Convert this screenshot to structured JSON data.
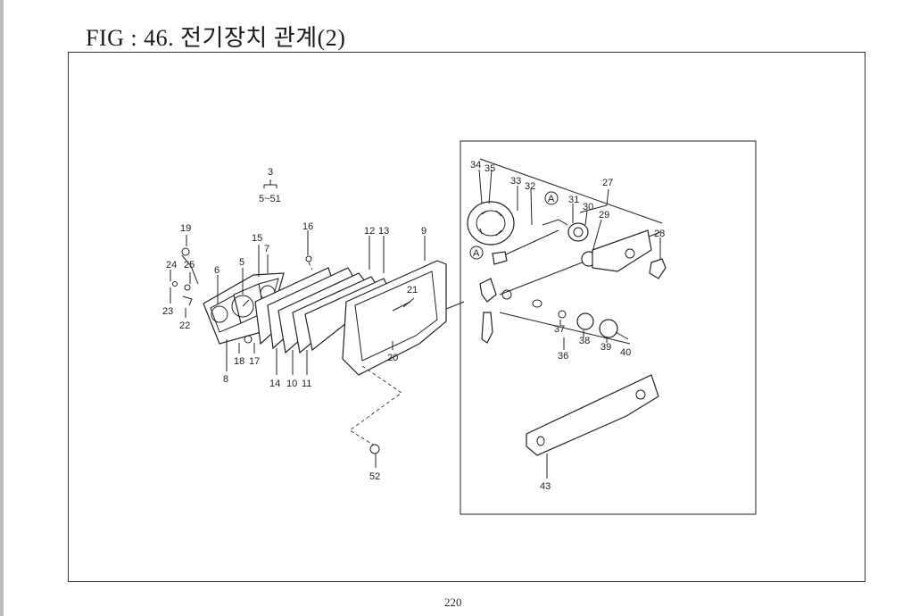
{
  "header": {
    "title": "FIG : 46. 전기장치 관계(2)"
  },
  "page_number": "220",
  "callouts": {
    "c3": "3",
    "c5_51": "5~51",
    "c19": "19",
    "c16": "16",
    "c15": "15",
    "c7": "7",
    "c5": "5",
    "c6": "6",
    "c24": "24",
    "c25": "25",
    "c23": "23",
    "c22": "22",
    "c8": "8",
    "c18": "18",
    "c17": "17",
    "c14": "14",
    "c10": "10",
    "c11": "11",
    "c12": "12",
    "c13": "13",
    "c9": "9",
    "c21": "21",
    "c20": "20",
    "c52": "52",
    "c34": "34",
    "c35": "35",
    "c33": "33",
    "c32": "32",
    "c31": "31",
    "c30": "30",
    "c29": "29",
    "c27": "27",
    "c28": "28",
    "c37": "37",
    "c38": "38",
    "c39": "39",
    "c40": "40",
    "c36": "36",
    "c43": "43",
    "cA1": "A",
    "cA2": "A"
  }
}
